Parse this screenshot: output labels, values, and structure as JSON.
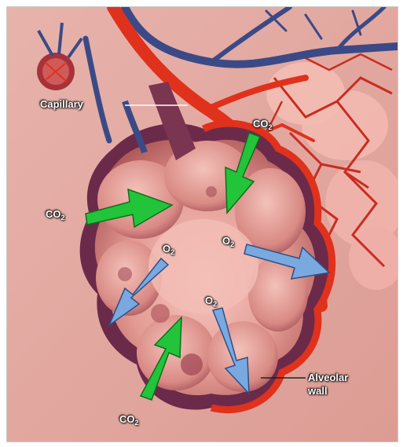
{
  "labels": {
    "capillary": "Capillary",
    "alveolar_wall_line1": "Alveolar",
    "alveolar_wall_line2": "wall",
    "co2_top": {
      "main": "CO",
      "sub": "2"
    },
    "co2_left": {
      "main": "CO",
      "sub": "2"
    },
    "co2_bottom": {
      "main": "CO",
      "sub": "2"
    },
    "o2_left": {
      "main": "O",
      "sub": "2"
    },
    "o2_right": {
      "main": "O",
      "sub": "2"
    },
    "o2_center": {
      "main": "O",
      "sub": "2"
    }
  },
  "colors": {
    "co2_arrow": "#22c43a",
    "o2_arrow": "#7aa9e0",
    "artery_red": "#e0311c",
    "vein_blue": "#3b4a86",
    "tissue_pink": "#e6aaa2"
  }
}
